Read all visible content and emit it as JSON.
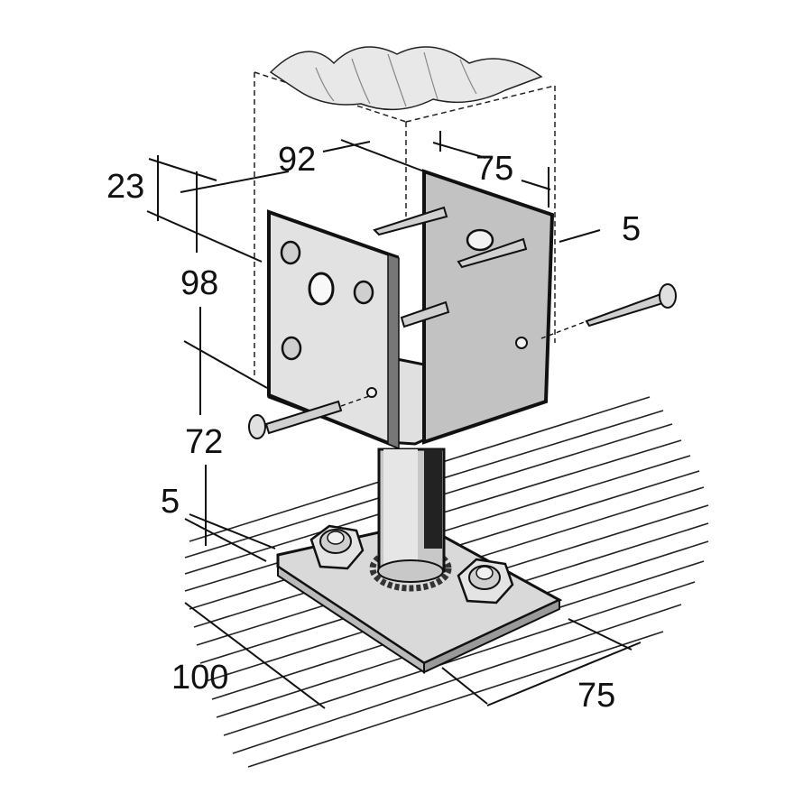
{
  "dimensions": {
    "top_depth": "92",
    "top_width": "75",
    "top_offset": "23",
    "bracket_height": "98",
    "post_height": "72",
    "plate_thickness": "5",
    "bracket_thickness": "5",
    "plate_length": "100",
    "plate_width": "75"
  },
  "colors": {
    "outline": "#111111",
    "metal": "#d7d7d7",
    "metal_dark": "#a8a8a8",
    "background": "#ffffff"
  }
}
